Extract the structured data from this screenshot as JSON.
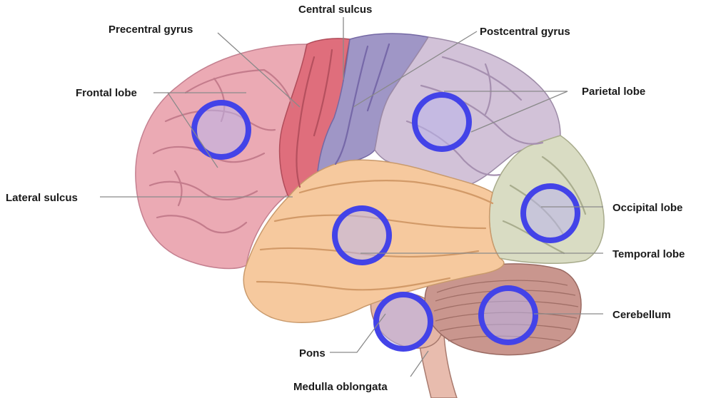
{
  "labels": {
    "central_sulcus": "Central sulcus",
    "precentral_gyrus": "Precentral gyrus",
    "postcentral_gyrus": "Postcentral gyrus",
    "frontal_lobe": "Frontal lobe",
    "parietal_lobe": "Parietal lobe",
    "lateral_sulcus": "Lateral sulcus",
    "occipital_lobe": "Occipital lobe",
    "temporal_lobe": "Temporal lobe",
    "cerebellum": "Cerebellum",
    "pons": "Pons",
    "medulla_oblongata": "Medulla oblongata"
  },
  "colors": {
    "frontal": "#ebaab4",
    "precentral": "#df6e7c",
    "postcentral": "#9f96c6",
    "parietal": "#d2c2d8",
    "occipital": "#d9dcc3",
    "temporal": "#f6c99e",
    "cerebellum": "#c9968e",
    "brainstem": "#e4b6a6",
    "highlight_ring": "#4343e8"
  }
}
